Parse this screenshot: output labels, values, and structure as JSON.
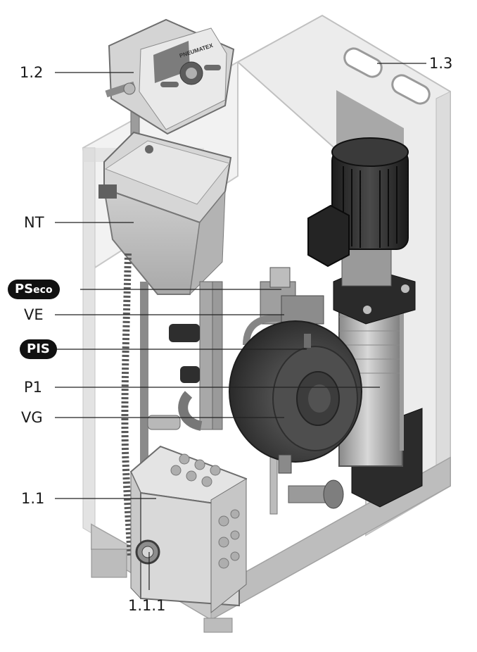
{
  "labels": {
    "l_1_2": "1.2",
    "l_1_3": "1.3",
    "l_nt": "NT",
    "l_pseco_main": "PS",
    "l_pseco_sub": "eco",
    "l_ve": "VE",
    "l_pis": "PIS",
    "l_p1": "P1",
    "l_vg": "VG",
    "l_1_1": "1.1",
    "l_1_1_1": "1.1.1"
  },
  "device": {
    "controller_brand": "PNEUMATEX"
  },
  "colors": {
    "frame": "#c8c8c8",
    "panel": "#e6e6e6",
    "motor": "#2a2a2a",
    "vessel": "#4a4a4a",
    "pump_body": "#b9b9b9",
    "badge": "#111111"
  }
}
